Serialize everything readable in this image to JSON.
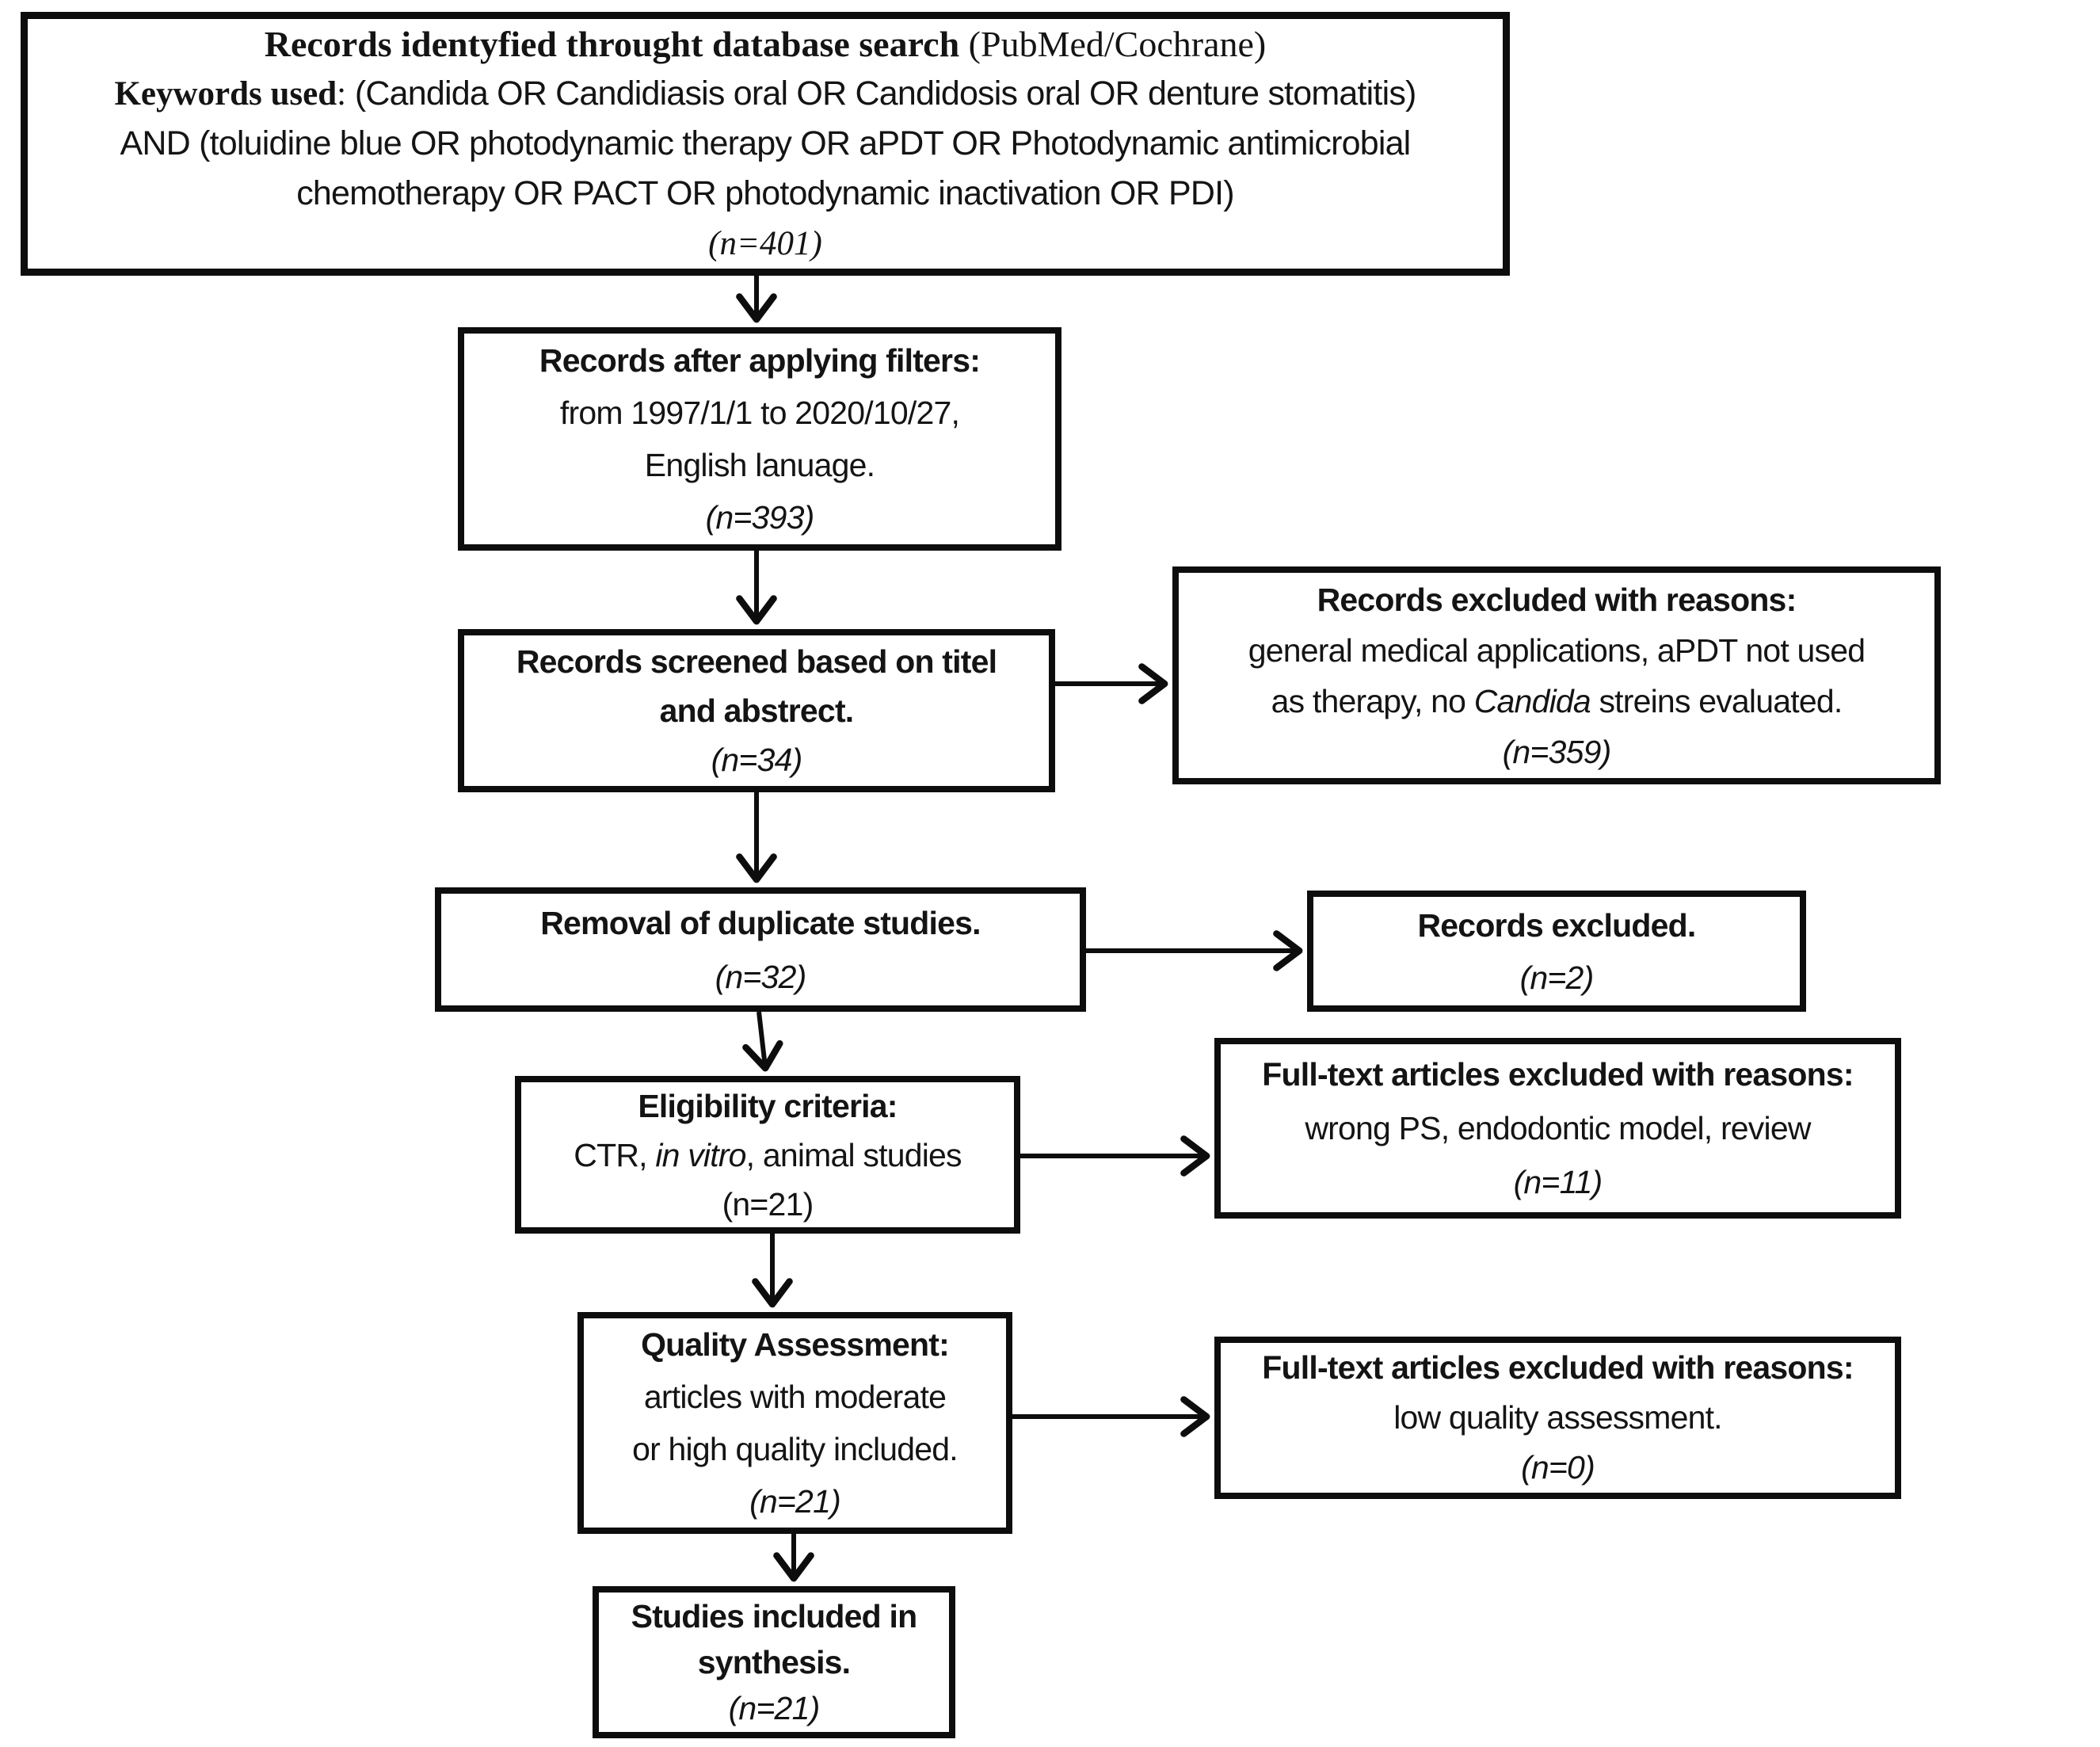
{
  "style": {
    "ink": "#141414",
    "line_color": "#0d0d0d",
    "background": "#ffffff"
  },
  "boxes": {
    "identified": {
      "line1_bold": "Records identyfied throught database search",
      "line1_rest": " (PubMed/Cochrane)",
      "line2_bold": "Keywords used",
      "line2_sep": ": ",
      "line2_rest": "(Candida OR Candidiasis oral OR Candidosis oral OR denture stomatitis)",
      "line3": "AND (toluidine blue OR photodynamic therapy OR aPDT OR Photodynamic antimicrobial",
      "line4": "chemotherapy OR PACT OR photodynamic inactivation OR PDI)",
      "count_label": "(n=401)",
      "n": 401
    },
    "filtered": {
      "title": "Records after applying filters:",
      "line2": "from 1997/1/1 to 2020/10/27,",
      "line3": "English lanuage.",
      "count_label": "(n=393)",
      "n": 393
    },
    "screened": {
      "title_line1": "Records screened based on titel",
      "title_line2": "and abstrect.",
      "count_label": "(n=34)",
      "n": 34
    },
    "excluded_reasons": {
      "title": "Records excluded with reasons:",
      "line2": "general medical applications, aPDT not used",
      "line3_pre": "as therapy, no ",
      "line3_italic": "Candida",
      "line3_post": " streins evaluated.",
      "count_label": "(n=359)",
      "n": 359
    },
    "duplicates": {
      "title": "Removal of duplicate studies.",
      "count_label": "(n=32)",
      "n": 32
    },
    "excluded": {
      "title": "Records excluded.",
      "count_label": "(n=2)",
      "n": 2
    },
    "eligibility": {
      "title": "Eligibility criteria:",
      "line2_pre": "CTR, ",
      "line2_italic": "in vitro",
      "line2_post": ", animal studies",
      "count_label": "(n=21)",
      "n": 21
    },
    "fulltext_excluded_1": {
      "title": "Full-text articles excluded with reasons:",
      "line2": "wrong PS, endodontic model, review",
      "count_label": "(n=11)",
      "n": 11
    },
    "quality": {
      "title": "Quality Assessment:",
      "line2": "articles with moderate",
      "line3": "or high quality included.",
      "count_label": "(n=21)",
      "n": 21
    },
    "fulltext_excluded_2": {
      "title": "Full-text articles excluded with reasons:",
      "line2": "low quality assessment.",
      "count_label": "(n=0)",
      "n": 0
    },
    "included": {
      "title_line1": "Studies included in",
      "title_line2": "synthesis.",
      "count_label": "(n=21)",
      "n": 21
    }
  }
}
